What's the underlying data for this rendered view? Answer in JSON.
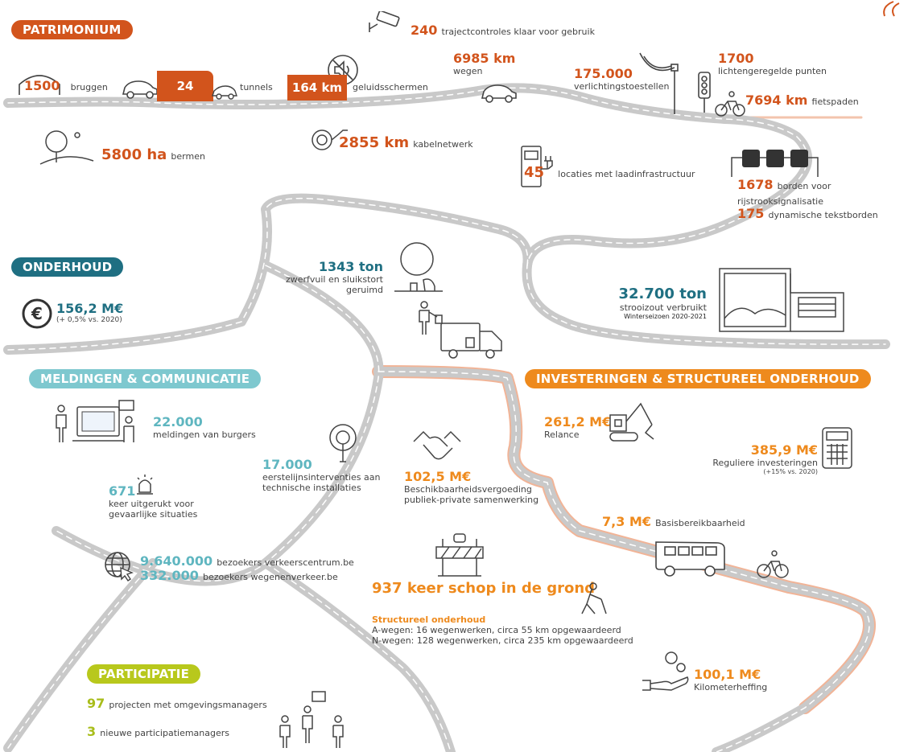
{
  "sections": {
    "patrimonium": "PATRIMONIUM",
    "onderhoud": "ONDERHOUD",
    "meldingen": "MELDINGEN & COMMUNICATIE",
    "investeringen": "INVESTERINGEN & STRUCTUREEL ONDERHOUD",
    "participatie": "PARTICIPATIE"
  },
  "colors": {
    "orange": "#d2541c",
    "amber": "#ee8a1d",
    "teal": "#1f6f82",
    "cyan": "#5fb6c0",
    "lime": "#a8bd1a",
    "road": "#c9c9c9"
  },
  "patrimonium": {
    "trajectcontroles": {
      "value": "240",
      "label": "trajectcontroles klaar voor gebruik"
    },
    "bruggen": {
      "value": "1500",
      "label": "bruggen"
    },
    "tunnels": {
      "value": "24",
      "label": "tunnels"
    },
    "geluidsschermen": {
      "value": "164 km",
      "label": "geluidsschermen"
    },
    "wegen": {
      "value": "6985 km",
      "label": "wegen"
    },
    "verlichting": {
      "value": "175.000",
      "label": "verlichtingstoestellen"
    },
    "lichtengeregeld": {
      "value": "1700",
      "label": "lichtengeregelde punten"
    },
    "fietspaden": {
      "value": "7694 km",
      "label": "fietspaden"
    },
    "bermen": {
      "value": "5800 ha",
      "label": "bermen"
    },
    "kabelnetwerk": {
      "value": "2855 km",
      "label": "kabelnetwerk"
    },
    "laadinfra": {
      "value": "45",
      "label": "locaties met laadinfrastructuur"
    },
    "rijstrook": {
      "value": "1678",
      "label": "borden voor rijstrooksignalisatie"
    },
    "tekstborden": {
      "value": "175",
      "label": "dynamische tekstborden"
    }
  },
  "onderhoud": {
    "budget": {
      "value": "156,2 M€",
      "note": "(+ 0,5% vs. 2020)"
    },
    "zwerfvuil": {
      "value": "1343 ton",
      "label1": "zwerfvuil en sluikstort",
      "label2": "geruimd"
    },
    "strooizout": {
      "value": "32.700 ton",
      "label": "strooizout verbruikt",
      "note": "Winterseizoen 2020-2021"
    }
  },
  "meldingen": {
    "burgers": {
      "value": "22.000",
      "label": "meldingen van burgers"
    },
    "interventies": {
      "value": "17.000",
      "label1": "eerstelijnsinterventies aan",
      "label2": "technische installaties"
    },
    "uitgerukt": {
      "value": "671",
      "label1": "keer uitgerukt voor",
      "label2": "gevaarlijke situaties"
    },
    "verkeerscentrum": {
      "value": "9.640.000",
      "label": "bezoekers verkeerscentrum.be"
    },
    "wegenenverkeer": {
      "value": "332.000",
      "label": "bezoekers wegenenverkeer.be"
    }
  },
  "investeringen": {
    "relance": {
      "value": "261,2 M€",
      "label": "Relance"
    },
    "reguliere": {
      "value": "385,9 M€",
      "label": "Reguliere investeringen",
      "note": "(+15% vs. 2020)"
    },
    "beschikbaarheid": {
      "value": "102,5 M€",
      "label1": "Beschikbaarheidsvergoeding",
      "label2": "publiek-private samenwerking"
    },
    "basisbereikbaarheid": {
      "value": "7,3 M€",
      "label": "Basisbereikbaarheid"
    },
    "schop": {
      "value": "937 keer schop in de grond"
    },
    "structureel": {
      "title": "Structureel onderhoud",
      "line1": "A-wegen: 16 wegenwerken, circa 55 km opgewaardeerd",
      "line2": "N-wegen: 128 wegenwerken, circa 235 km opgewaardeerd"
    },
    "kilometerheffing": {
      "value": "100,1 M€",
      "label": "Kilometerheffing"
    }
  },
  "participatie": {
    "projecten": {
      "value": "97",
      "label": "projecten met omgevingsmanagers"
    },
    "managers": {
      "value": "3",
      "label": "nieuwe participatiemanagers"
    }
  },
  "icons": [
    "camera-icon",
    "bridge-icon",
    "car-icon",
    "mute-icon",
    "streetlight-icon",
    "traffic-light-icon",
    "cyclist-icon",
    "tree-icon",
    "cable-icon",
    "charger-icon",
    "signal-gantry-icon",
    "euro-icon",
    "person-litter-icon",
    "truck-icon",
    "salt-depot-icon",
    "citizen-laptop-icon",
    "gear-wrench-icon",
    "alarm-light-icon",
    "globe-cursor-icon",
    "handshake-icon",
    "excavator-icon",
    "calculator-icon",
    "bus-icon",
    "barrier-icon",
    "digger-person-icon",
    "coins-hand-icon",
    "people-group-icon"
  ]
}
